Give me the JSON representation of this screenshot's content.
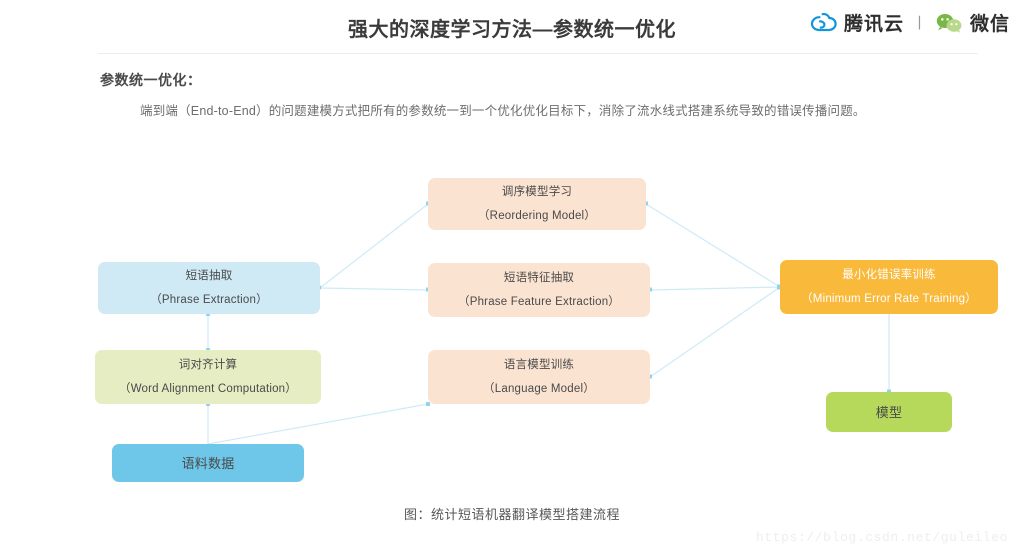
{
  "header": {
    "title": "强大的深度学习方法—参数统一优化",
    "brand": {
      "cloud_icon": "tencent-cloud-icon",
      "cloud_label": "腾讯云",
      "separator": "丨",
      "wechat_icon": "wechat-icon",
      "wechat_label": "微信"
    }
  },
  "content": {
    "section_heading": "参数统一优化：",
    "paragraph": "端到端（End-to-End）的问题建模方式把所有的参数统一到一个优化优化目标下，消除了流水线式搭建系统导致的错误传播问题。"
  },
  "diagram": {
    "caption": "图：统计短语机器翻译模型搭建流程",
    "edge_color": "#cfeaf7",
    "nodes": [
      {
        "id": "reorder",
        "zh": "调序模型学习",
        "en": "（Reordering Model）",
        "color": "#fbe3d2"
      },
      {
        "id": "phrase",
        "zh": "短语抽取",
        "en": "（Phrase Extraction）",
        "color": "#cfe9f5"
      },
      {
        "id": "phrasefeat",
        "zh": "短语特征抽取",
        "en": "（Phrase Feature Extraction）",
        "color": "#fbe3d2"
      },
      {
        "id": "mert",
        "zh": "最小化错误率训练",
        "en": "（Minimum Error Rate Training）",
        "color": "#f9b93a"
      },
      {
        "id": "wordalign",
        "zh": "词对齐计算",
        "en": "（Word Alignment Computation）",
        "color": "#e6edc3"
      },
      {
        "id": "lm",
        "zh": "语言模型训练",
        "en": "（Language Model）",
        "color": "#fbe3d2"
      },
      {
        "id": "model",
        "zh": "模型",
        "en": "",
        "color": "#b6d85b"
      },
      {
        "id": "corpus",
        "zh": "语料数据",
        "en": "",
        "color": "#6ec6e8"
      }
    ]
  },
  "watermark": "https://blog.csdn.net/guleileo"
}
